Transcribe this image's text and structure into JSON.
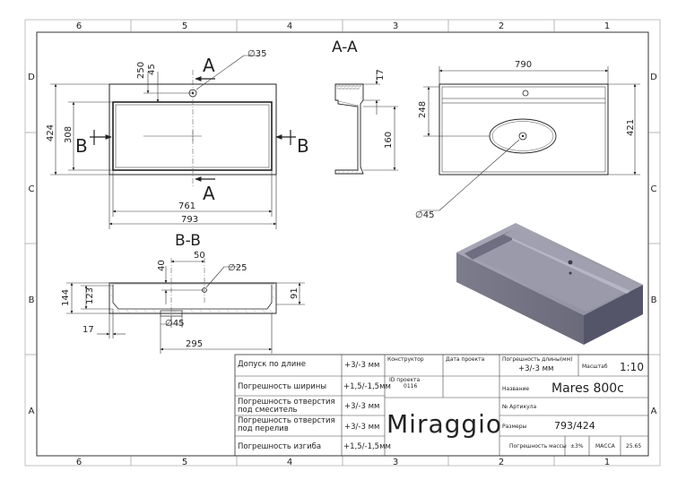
{
  "zones": {
    "columns": [
      "6",
      "5",
      "4",
      "3",
      "2",
      "1"
    ],
    "rows": [
      "D",
      "C",
      "B",
      "A"
    ]
  },
  "top_view": {
    "dims": {
      "d250": "250",
      "d45": "45",
      "hole": "∅35",
      "d424": "424",
      "d308": "308",
      "d761": "761",
      "d793": "793"
    },
    "cut_a": "A",
    "cut_b": "B"
  },
  "section_aa": {
    "label": "A-A",
    "dims": {
      "d17": "17",
      "d160": "160"
    }
  },
  "side_view": {
    "dims": {
      "d790": "790",
      "d248": "248",
      "d421": "421",
      "drain": "∅45"
    }
  },
  "section_bb": {
    "label": "B-B",
    "dims": {
      "d50": "50",
      "d40": "40",
      "hole": "∅25",
      "d144": "144",
      "d123": "123",
      "d91": "91",
      "d17": "17",
      "drain": "∅45",
      "d295": "295"
    }
  },
  "title_block": {
    "tolerances": [
      {
        "label": "Допуск по длине",
        "value": "+3/-3 мм"
      },
      {
        "label": "Погрешность ширины",
        "value": "+1,5/-1,5мм"
      },
      {
        "label": "Погрешность отверстия под смеситель",
        "value": "+3/-3 мм"
      },
      {
        "label": "Погрешность отверстия под перелив",
        "value": "+3/-3 мм"
      },
      {
        "label": "Погрешность изгиба",
        "value": "+1,5/-1,5мм"
      }
    ],
    "designer_label": "Конструктор",
    "date_label": "Дата проекта",
    "project_id_label": "ID проекта",
    "project_id": "0116",
    "brand": "Miraggio",
    "length_tol_label": "Погрешность длины(мм)",
    "length_tol": "+3/-3 мм",
    "scale_label": "Масштаб",
    "scale": "1:10",
    "name_label": "Название",
    "name": "Mares 800c",
    "article_label": "№ Артикула",
    "size_label": "Размеры",
    "size": "793/424",
    "mass_tol_label": "Погрешность массы",
    "mass_tol": "±3%",
    "mass_label": "МАССА",
    "mass": "25.65"
  }
}
